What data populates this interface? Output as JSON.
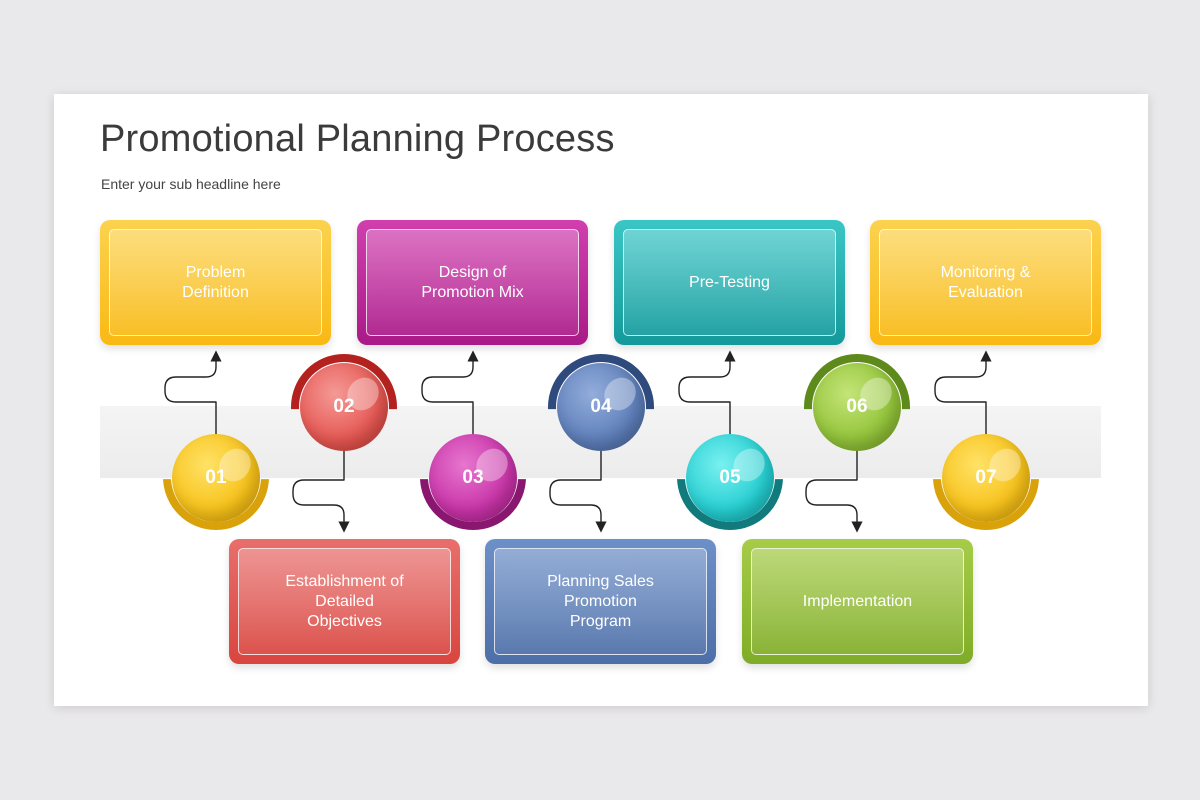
{
  "title": "Promotional Planning Process",
  "subtitle": "Enter your sub headline here",
  "steps": [
    {
      "number": "01",
      "label": "Problem\nDefinition",
      "color": "#f9c21e"
    },
    {
      "number": "02",
      "label": "Establishment of\nDetailed\nObjectives",
      "color": "#dd4a45"
    },
    {
      "number": "03",
      "label": "Design of\nPromotion Mix",
      "color": "#b8239a"
    },
    {
      "number": "04",
      "label": "Planning Sales\nPromotion\nProgram",
      "color": "#4e6fa8"
    },
    {
      "number": "05",
      "label": "Pre-Testing",
      "color": "#1aa7a8"
    },
    {
      "number": "06",
      "label": "Implementation",
      "color": "#86b42f"
    },
    {
      "number": "07",
      "label": "Monitoring &\nEvaluation",
      "color": "#f9c21e"
    }
  ]
}
